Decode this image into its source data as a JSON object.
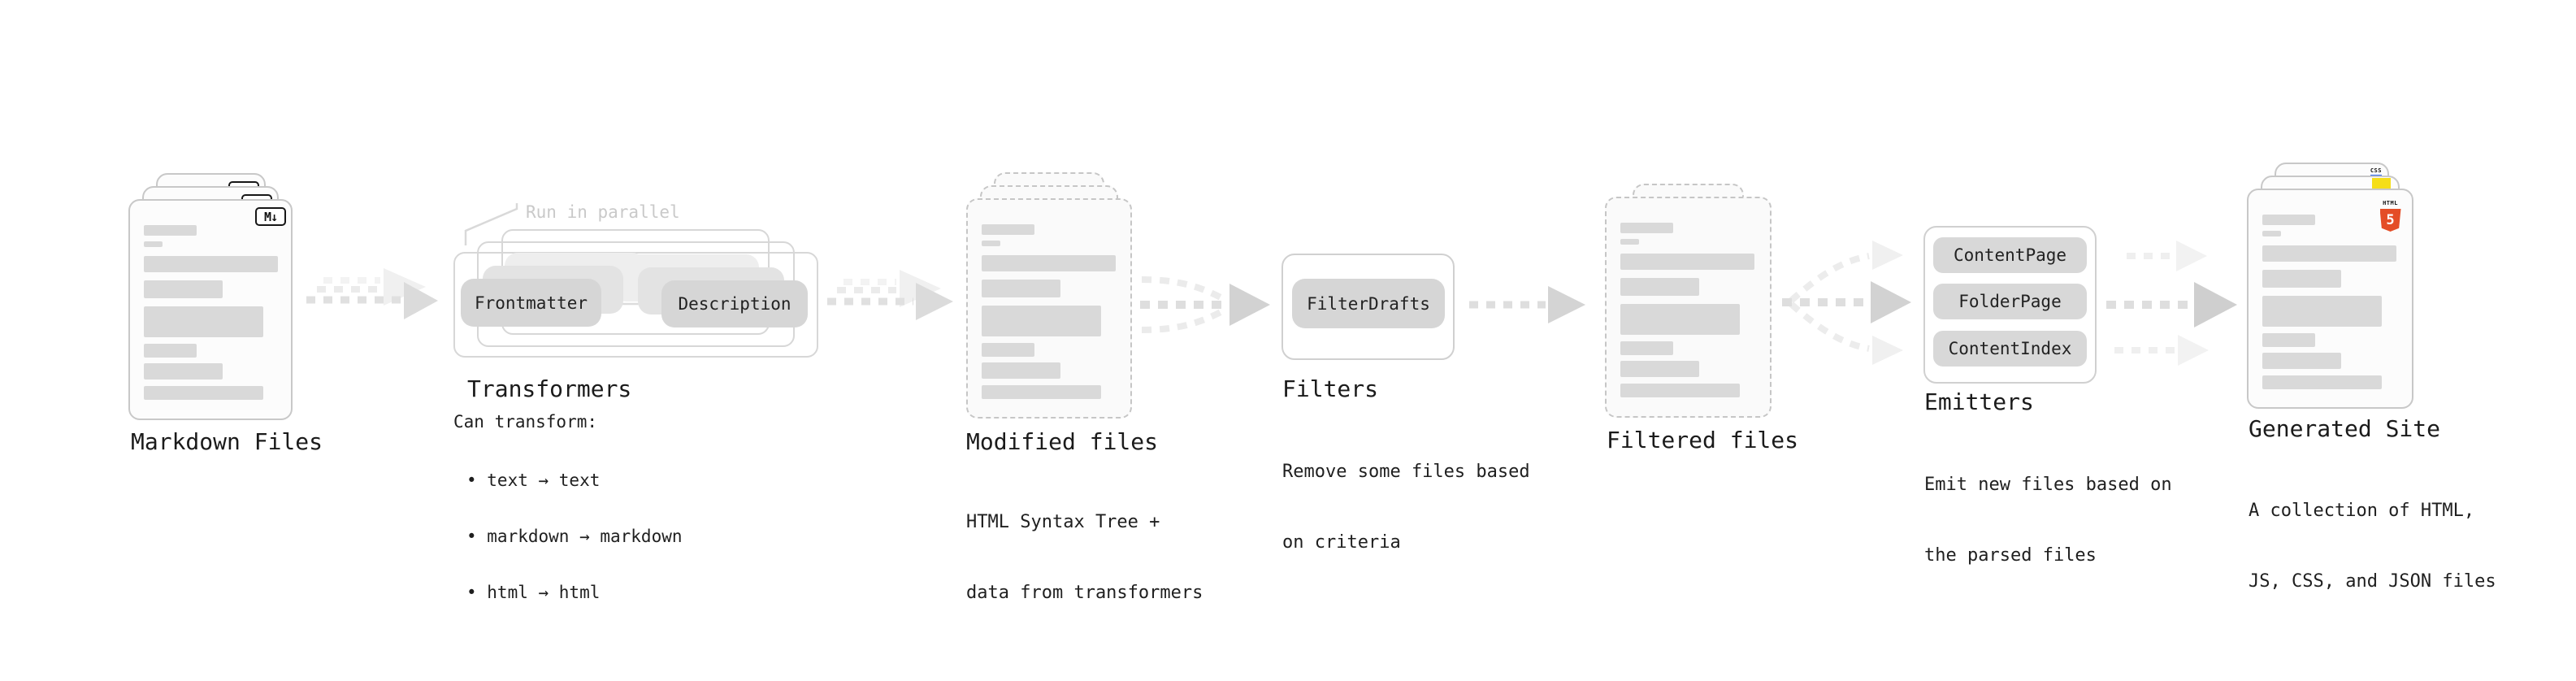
{
  "diagram": {
    "annotations": {
      "run_in_parallel": "Run in parallel"
    },
    "markdown_files": {
      "label": "Markdown Files",
      "badge": "M↓"
    },
    "transformers": {
      "title": "Transformers",
      "pill_input": "Frontmatter",
      "pill_output": "Description",
      "description_heading": "Can transform:",
      "bullets": [
        "• text → text",
        "• markdown → markdown",
        "• html → html"
      ]
    },
    "modified_files": {
      "title": "Modified files",
      "description_line1": "HTML Syntax Tree +",
      "description_line2": "data from transformers"
    },
    "filters": {
      "title": "Filters",
      "pill": "FilterDrafts",
      "description_line1": "Remove some files based",
      "description_line2": "on criteria"
    },
    "filtered_files": {
      "title": "Filtered files"
    },
    "emitters": {
      "title": "Emitters",
      "pills": [
        "ContentPage",
        "FolderPage",
        "ContentIndex"
      ],
      "description_line1": "Emit new files based on",
      "description_line2": "the parsed files"
    },
    "generated_site": {
      "title": "Generated Site",
      "description_line1": "A collection of HTML,",
      "description_line2": "JS, CSS, and JSON files",
      "badges": {
        "html_label": "HTML",
        "html_number": "5",
        "css": "CSS"
      }
    },
    "colors": {
      "html5_orange": "#e44d26",
      "js_yellow": "#f5de19",
      "css_blue": "#2965f1"
    }
  }
}
